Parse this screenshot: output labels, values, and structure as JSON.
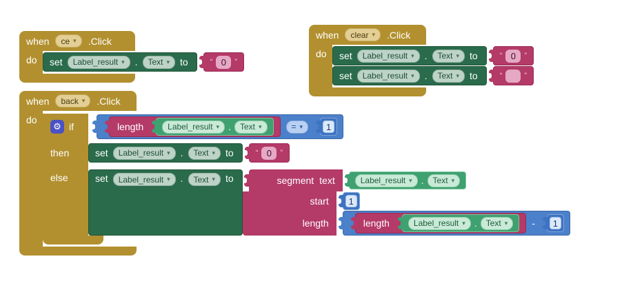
{
  "icons": {
    "dropdown_arrow": "▾",
    "gear": "⚙"
  },
  "colors": {
    "event_gold": "#B2902F",
    "setter_green": "#2A6B4B",
    "getter_green": "#3FA070",
    "text_magenta": "#B43A67",
    "math_blue": "#3E73C2",
    "logic_blue": "#4B80CA",
    "gear_indigo": "#4A52C4"
  },
  "labels": {
    "when": "when",
    "do": "do",
    "click": ".Click",
    "set": "set",
    "dot": ".",
    "to": "to",
    "if": "if",
    "then": "then",
    "else": "else",
    "length": "length",
    "segment": "segment",
    "text_input": "text",
    "start": "start",
    "equals": "=",
    "minus": "-",
    "open_quote": "“",
    "close_quote": "”"
  },
  "events": {
    "g1": "ce",
    "g2": "clear",
    "g3": "back"
  },
  "component": "Label_result",
  "property": "Text",
  "values": {
    "zero": "0",
    "one": "1",
    "empty": ""
  }
}
